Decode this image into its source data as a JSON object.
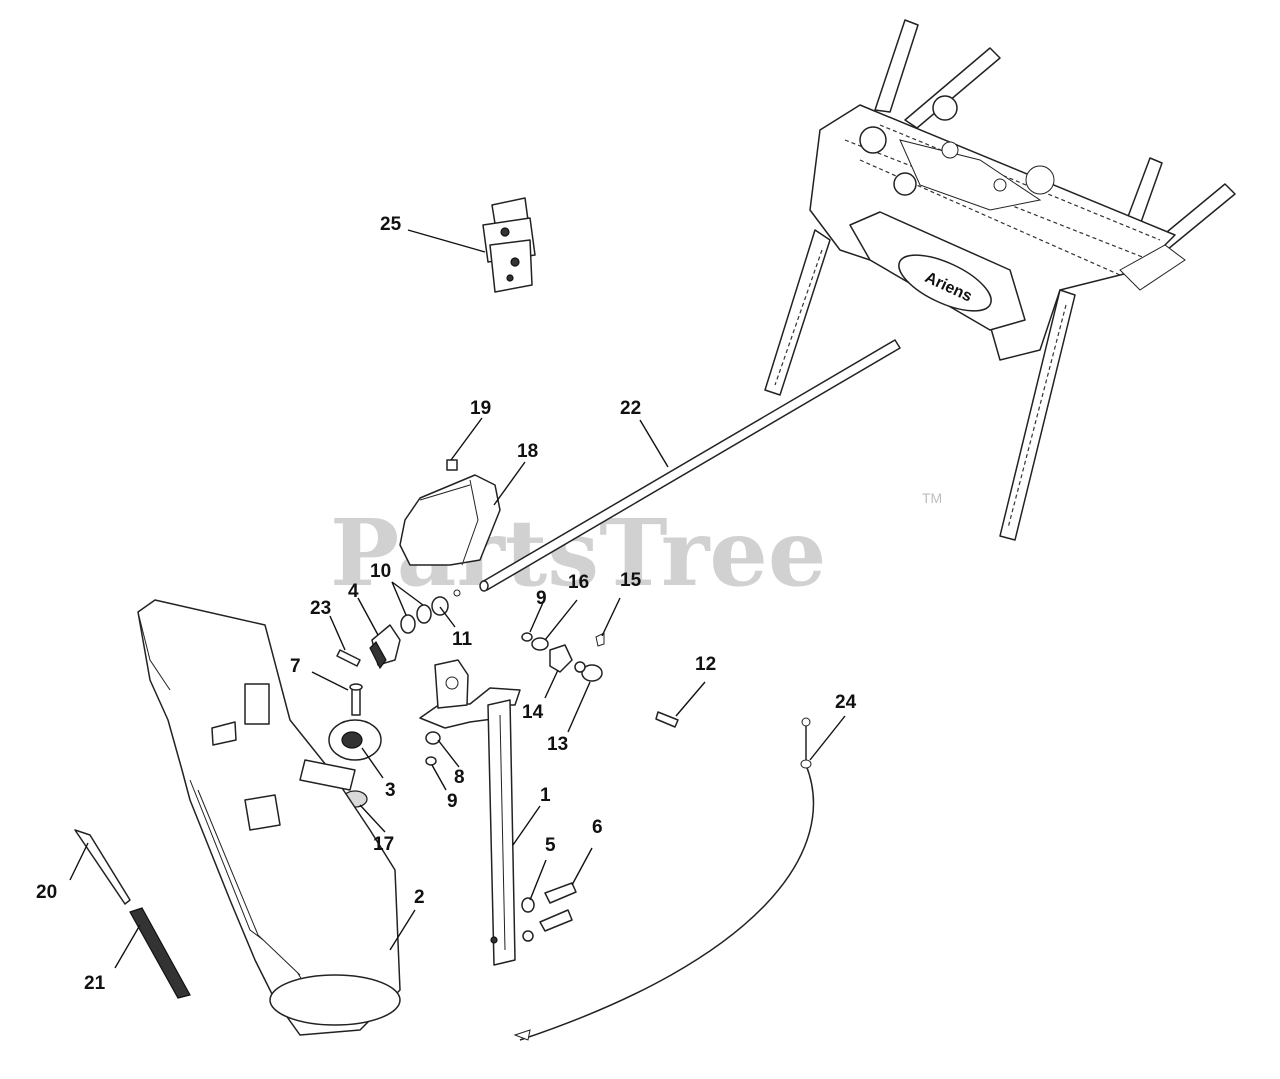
{
  "watermark": {
    "text": "PartsTree",
    "tm": "TM"
  },
  "brand_label": "Ariens",
  "callouts": {
    "c1": "1",
    "c2": "2",
    "c3": "3",
    "c4": "4",
    "c5": "5",
    "c6": "6",
    "c7": "7",
    "c8": "8",
    "c9a": "9",
    "c9b": "9",
    "c10": "10",
    "c11": "11",
    "c12": "12",
    "c13": "13",
    "c14": "14",
    "c15": "15",
    "c16": "16",
    "c17": "17",
    "c18": "18",
    "c19": "19",
    "c20": "20",
    "c21": "21",
    "c22": "22",
    "c23": "23",
    "c24": "24",
    "c25": "25"
  }
}
